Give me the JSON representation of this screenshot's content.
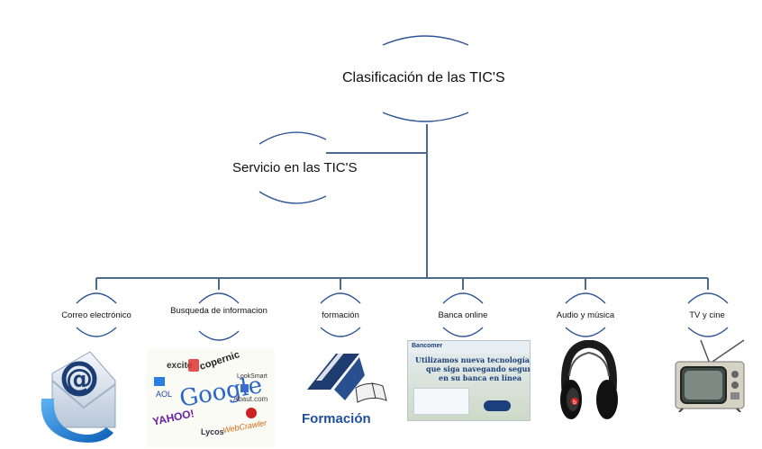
{
  "root": {
    "label": "Clasificación  de las TIC'S"
  },
  "branch": {
    "label": "Servicio en las TIC'S"
  },
  "leaves": [
    {
      "label": "Correo electrónico",
      "icon": "email-at-icon"
    },
    {
      "label": "Busqueda de informacion",
      "icon": "search-engines-collage"
    },
    {
      "label": "formación",
      "icon": "formacion-logo",
      "logo_text": "Formación"
    },
    {
      "label": "Banca online",
      "icon": "bank-ad-image",
      "ad_brand": "Bancomer",
      "ad_headline": [
        "Utilizamos nueva tecnología para",
        "que siga navegando seguro",
        "en su banca en línea"
      ]
    },
    {
      "label": "Audio y música",
      "icon": "headphones-icon"
    },
    {
      "label": "TV y cine",
      "icon": "television-icon"
    }
  ],
  "search_logos": [
    "excite",
    "copernic",
    "Google",
    "AOL",
    "YAHOO!",
    "Abaut.com",
    "LookSmart",
    "WebCrawler",
    "Lycos"
  ],
  "colors": {
    "connector": "#4a6a8f",
    "arc": "#2f5597"
  }
}
